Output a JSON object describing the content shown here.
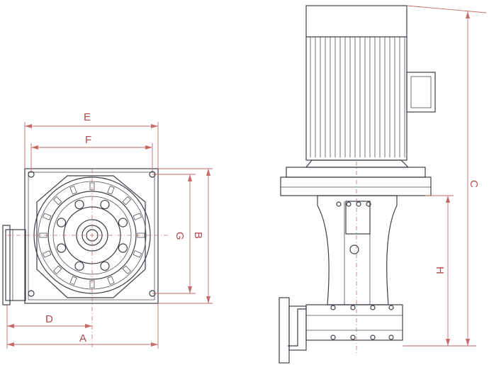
{
  "dimensions": {
    "A": "A",
    "B": "B",
    "C": "C",
    "D": "D",
    "E": "E",
    "F": "F",
    "G": "G",
    "H": "H"
  },
  "colors": {
    "dimension_lines": "#c86a6a",
    "outline": "#3b3f47",
    "background": "#ffffff"
  }
}
